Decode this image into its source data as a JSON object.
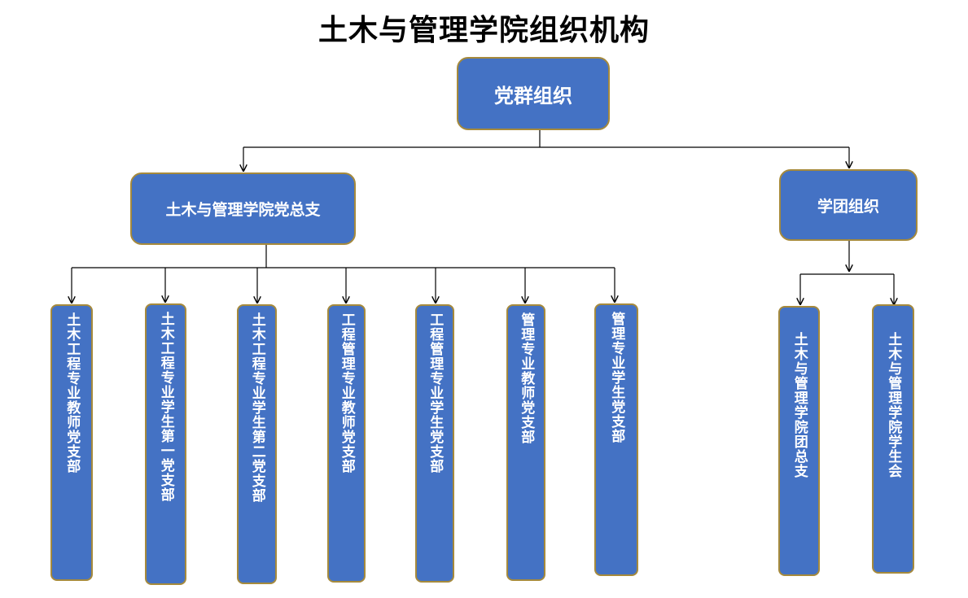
{
  "title": "土木与管理学院组织机构",
  "root": "党群组织",
  "branches": [
    {
      "label": "土木与管理学院党总支",
      "children": [
        "土木工程专业教师党支部",
        "土木工程专业学生第一党支部",
        "土木工程专业学生第二党支部",
        "工程管理专业教师党支部",
        "工程管理专业学生党支部",
        "管理专业教师党支部",
        "管理专业学生党支部"
      ]
    },
    {
      "label": "学团组织",
      "children": [
        "土木与管理学院团总支",
        "土木与管理学院学生会"
      ]
    }
  ],
  "colors": {
    "box_fill": "#4472C4",
    "box_border": "#A68A3C",
    "connector": "#000000"
  }
}
